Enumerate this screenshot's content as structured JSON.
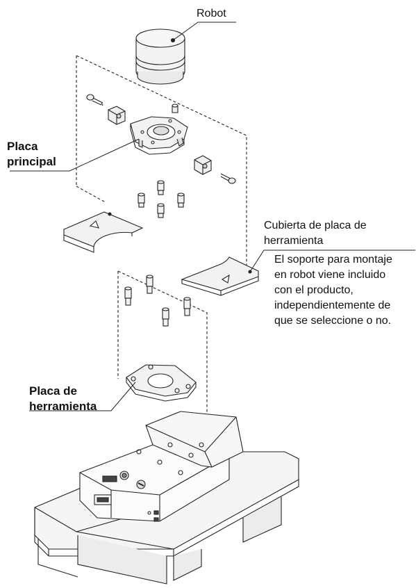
{
  "labels": {
    "robot": "Robot",
    "main_plate_line1": "Placa",
    "main_plate_line2": "principal",
    "tool_plate_line1": "Placa de",
    "tool_plate_line2": "herramienta",
    "cover_line1": "Cubierta de placa de",
    "cover_line2": "herramienta",
    "note_lines": [
      "El soporte para montaje",
      "en robot viene incluido",
      "con el producto,",
      "independientemente de",
      "que se seleccione o no."
    ]
  },
  "colors": {
    "line": "#222222",
    "part_fill": "#f3f3f3",
    "shade_fill": "#d9d9d9",
    "dark_fill": "#444444"
  }
}
